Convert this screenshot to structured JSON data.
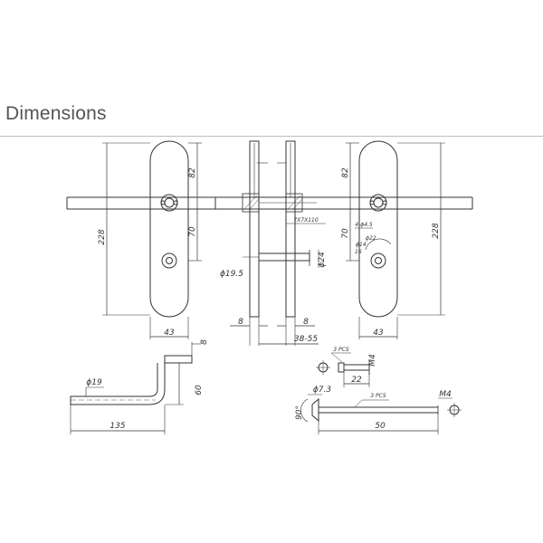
{
  "page": {
    "title": "Dimensions"
  },
  "front_view": {
    "height": "228",
    "upper": "82",
    "middle": "70",
    "width": "43"
  },
  "side_view": {
    "spindle": "7X7X110",
    "rose_diameter": "ϕ19.5",
    "cylinder_diameter": "ϕ24",
    "left_thickness": "8",
    "right_thickness": "8",
    "door_range": "38-55"
  },
  "back_view": {
    "upper": "82",
    "middle": "70",
    "height": "228",
    "width": "43",
    "notes": [
      "4-ϕ4.5",
      "ϕ22",
      "ϕ14",
      "16"
    ]
  },
  "handle": {
    "offset": "8",
    "height": "60",
    "diameter": "ϕ19",
    "length": "135"
  },
  "screw_short": {
    "qty": "3 PCS",
    "thread": "M4",
    "length": "22"
  },
  "screw_long": {
    "head": "ϕ7.3",
    "qty": "3 PCS",
    "thread": "M4",
    "angle": "90°",
    "length": "50"
  },
  "colors": {
    "line": "#333333",
    "title": "#555555",
    "rule": "#bdbdbd"
  }
}
